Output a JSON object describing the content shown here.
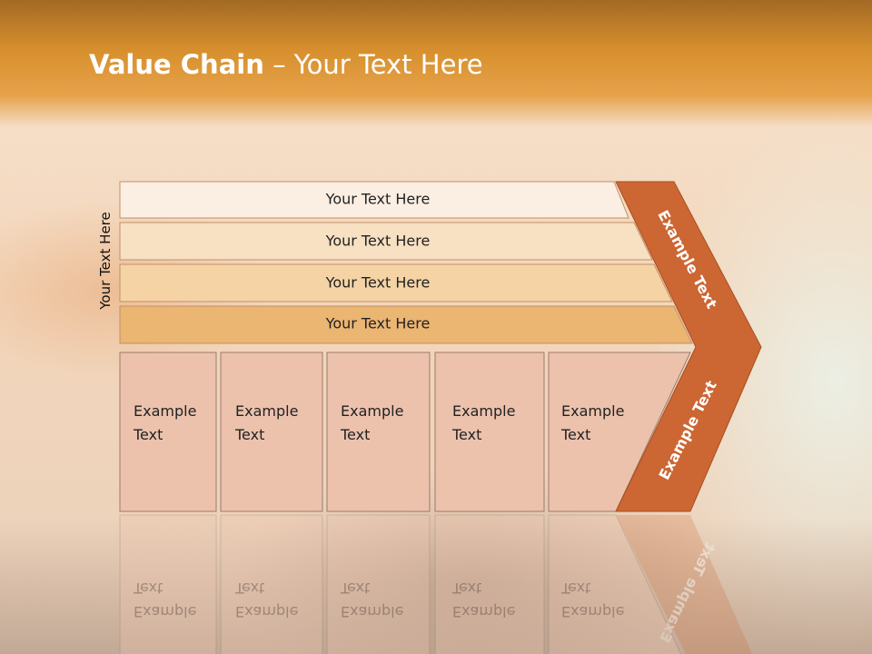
{
  "title": {
    "bold": "Value Chain",
    "rest": " – Your Text Here"
  },
  "side_label": "Your Text Here",
  "bars": [
    {
      "label": "Your Text Here"
    },
    {
      "label": "Your Text Here"
    },
    {
      "label": "Your Text Here"
    },
    {
      "label": "Your Text Here"
    }
  ],
  "boxes": [
    {
      "line1": "Example",
      "line2": "Text"
    },
    {
      "line1": "Example",
      "line2": "Text"
    },
    {
      "line1": "Example",
      "line2": "Text"
    },
    {
      "line1": "Example",
      "line2": "Text"
    },
    {
      "line1": "Example",
      "line2": "Text"
    }
  ],
  "chevron": {
    "upper": "Example Text",
    "lower": "Example Text"
  },
  "colors": {
    "header": "#e09a3a",
    "bar1": "#fbeee2",
    "bar2": "#f8e0c2",
    "bar3": "#f5d3a5",
    "bar4": "#ebb572",
    "box_fill": "#ecc2ad",
    "chevron": "#cc6633"
  }
}
